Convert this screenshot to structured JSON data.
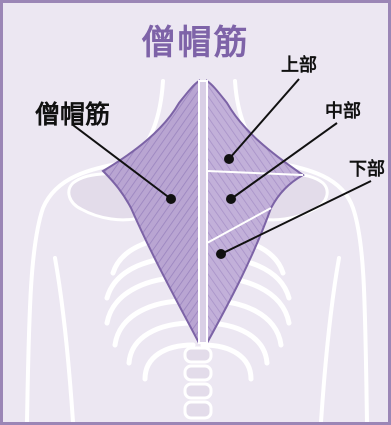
{
  "title": "僧帽筋",
  "labels": {
    "main": "僧帽筋",
    "upper": "上部",
    "middle": "中部",
    "lower": "下部"
  },
  "colors": {
    "frame_border": "#9b86b6",
    "frame_background": "#ece7f2",
    "title": "#7e63a8",
    "muscle_fill": "#b9a5d2",
    "muscle_stroke": "#7c63a6",
    "outline": "#ffffff",
    "leader_line": "#111111"
  }
}
